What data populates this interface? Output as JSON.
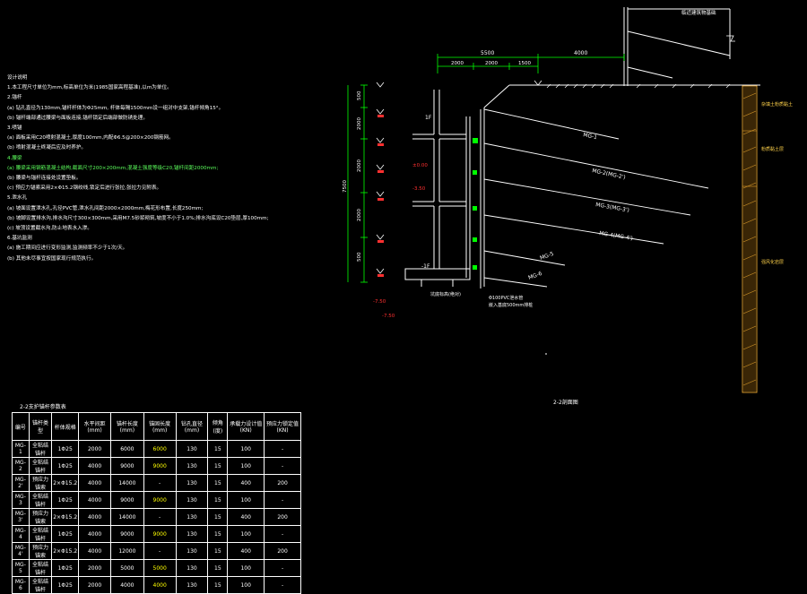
{
  "notes": [
    {
      "text": "设计说明",
      "color": "white"
    },
    {
      "text": "1.本工程尺寸单位为mm,标高单位为米(1985国家高程基准),以m为单位。",
      "color": "white"
    },
    {
      "text": "2.锚杆",
      "color": "white"
    },
    {
      "text": "(a) 钻孔直径为130mm,锚杆杆体为Φ25mm, 杆体每隔1500mm设一组对中支架,锚杆倾角15°。",
      "color": "white"
    },
    {
      "text": "(b) 锚杆端部通过腰梁与面板连接,锚杆锁定后端部做防锈处理。",
      "color": "white"
    },
    {
      "text": "3.喷锚",
      "color": "white"
    },
    {
      "text": "(a) 面板采用C20喷射混凝土,厚度100mm,内配Φ6.5@200×200钢筋网。",
      "color": "white"
    },
    {
      "text": "(b) 喷射混凝土终凝后应及时养护。",
      "color": "white"
    },
    {
      "text": "4.腰梁",
      "color": "green"
    },
    {
      "text": "(a) 腰梁采用钢筋混凝土结构,截面尺寸200×200mm,混凝土强度等级C20,锚杆间距2000mm;",
      "color": "green"
    },
    {
      "text": "(b) 腰梁与锚杆连接处设置垫板。",
      "color": "white"
    },
    {
      "text": "(c) 预应力锚索采用2×Φ15.2钢绞线,锁定后进行张拉,张拉力见附表。",
      "color": "white"
    },
    {
      "text": "5.泄水孔",
      "color": "white"
    },
    {
      "text": "(a) 坡面设置泄水孔,孔径PVC管,泄水孔间距2000×2000mm,梅花形布置,长度250mm;",
      "color": "white"
    },
    {
      "text": "(b) 坡脚设置排水沟,排水沟尺寸300×300mm,采用M7.5砂浆砌筑,坡度不小于1.0%;排水沟底设C20垫层,厚100mm;",
      "color": "white"
    },
    {
      "text": "(c) 坡顶设置截水沟,防止地表水入渗。",
      "color": "white"
    },
    {
      "text": "6.基坑监测",
      "color": "white"
    },
    {
      "text": "(a) 施工期间应进行变形监测,监测频率不少于1次/天。",
      "color": "white"
    },
    {
      "text": "(b) 其他未尽事宜按国家现行规范执行。",
      "color": "white"
    }
  ],
  "section": {
    "top_label": "临近建筑物基础",
    "dim_total": "5500",
    "dim_right": "4000",
    "dim_sub": [
      "2000",
      "2000",
      "1500"
    ],
    "left_dims": [
      "500",
      "2000",
      "2000",
      "2000",
      "500"
    ],
    "left_total": "7500",
    "floor_labels": [
      "1F",
      "-1F"
    ],
    "red_labels": [
      "±0.00",
      "-3.50",
      "-7.50"
    ],
    "anchors": [
      "MG-1",
      "MG-2(MG-2')",
      "MG-3(MG-3')",
      "MG-5",
      "MG-6"
    ],
    "bottom_notes": [
      "Φ100PVC泄水管",
      "嵌入基底500mm排桩"
    ],
    "label_left_bottom": "坑底标高(绝对)",
    "soil_layers": [
      "杂填土粉质黏土",
      "粉质黏土层",
      "强风化岩层"
    ],
    "title": "2-2剖面图"
  },
  "table": {
    "title": "2-2支护锚杆参数表",
    "headers": [
      "编号",
      "锚杆类型",
      "杆体规格",
      "水平间距(mm)",
      "锚杆长度(mm)",
      "锚固长度(mm)",
      "钻孔直径(mm)",
      "倾角(度)",
      "承载力设计值(KN)",
      "预应力锁定值(KN)"
    ],
    "rows": [
      [
        "MG-1",
        "全粘结锚杆",
        "1Φ25",
        "2000",
        "6000",
        "6000",
        "130",
        "15",
        "100",
        "-"
      ],
      [
        "MG-2",
        "全粘结锚杆",
        "1Φ25",
        "4000",
        "9000",
        "9000",
        "130",
        "15",
        "100",
        "-"
      ],
      [
        "MG-2'",
        "预应力锚索",
        "2×Φ15.2",
        "4000",
        "14000",
        "-",
        "130",
        "15",
        "400",
        "200"
      ],
      [
        "MG-3",
        "全粘结锚杆",
        "1Φ25",
        "4000",
        "9000",
        "9000",
        "130",
        "15",
        "100",
        "-"
      ],
      [
        "MG-3'",
        "预应力锚索",
        "2×Φ15.2",
        "4000",
        "14000",
        "-",
        "130",
        "15",
        "400",
        "200"
      ],
      [
        "MG-4",
        "全粘结锚杆",
        "1Φ25",
        "4000",
        "9000",
        "9000",
        "130",
        "15",
        "100",
        "-"
      ],
      [
        "MG-4'",
        "预应力锚索",
        "2×Φ15.2",
        "4000",
        "12000",
        "-",
        "130",
        "15",
        "400",
        "200"
      ],
      [
        "MG-5",
        "全粘结锚杆",
        "1Φ25",
        "2000",
        "5000",
        "5000",
        "130",
        "15",
        "100",
        "-"
      ],
      [
        "MG-6",
        "全粘结锚杆",
        "1Φ25",
        "2000",
        "4000",
        "4000",
        "130",
        "15",
        "100",
        "-"
      ]
    ]
  },
  "colors": {
    "background": "#000000",
    "line": "#ffffff",
    "dim": "#00ff00",
    "red": "#ff3030",
    "yellow": "#ffff00",
    "cyan": "#00ffff",
    "soil": "#d99a2b"
  }
}
